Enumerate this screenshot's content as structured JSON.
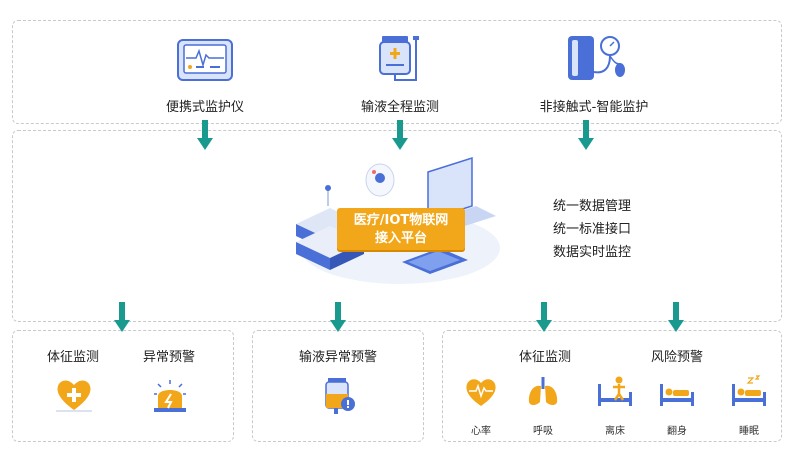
{
  "devices": [
    {
      "label": "便携式监护仪",
      "icon": "patient-monitor-icon"
    },
    {
      "label": "输液全程监测",
      "icon": "iv-drip-icon"
    },
    {
      "label": "非接触式-智能监护",
      "icon": "blood-pressure-monitor-icon"
    }
  ],
  "platform": {
    "title_line1": "医疗/IOT物联网",
    "title_line2": "接入平台",
    "features": [
      "统一数据管理",
      "统一标准接口",
      "数据实时监控"
    ]
  },
  "bottom": {
    "box1": {
      "title_a": "体征监测",
      "title_b": "异常预警"
    },
    "box2": {
      "title": "输液异常预警"
    },
    "box3": {
      "title_a": "体征监测",
      "title_b": "风险预警",
      "items": [
        "心率",
        "呼吸",
        "离床",
        "翻身",
        "睡眠"
      ]
    }
  },
  "colors": {
    "accent": "#f2a71b",
    "arrow": "#1a9a8f",
    "device_blue": "#4a6fd6"
  }
}
